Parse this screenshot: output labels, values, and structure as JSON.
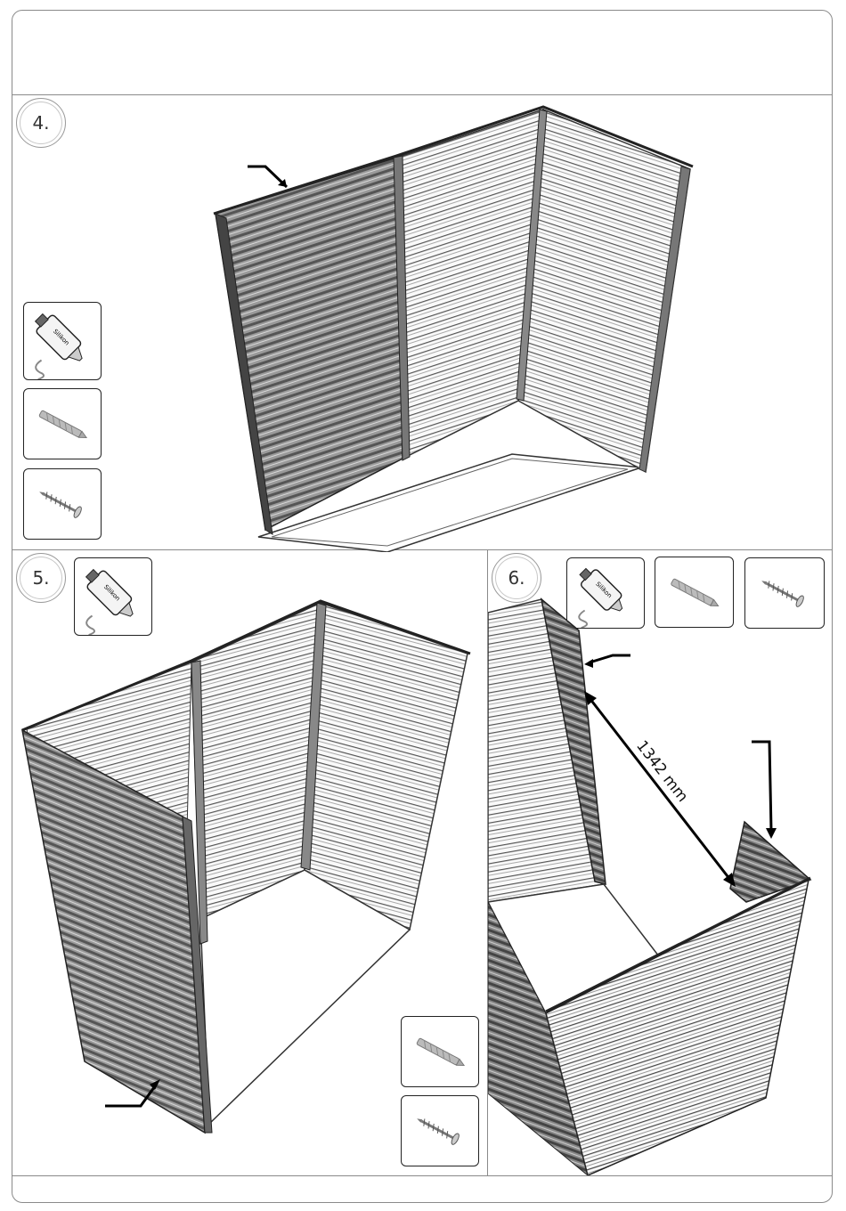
{
  "steps": [
    {
      "number": "4.",
      "tools": [
        "silicone-tube-icon",
        "drill-bit-icon",
        "screw-icon"
      ]
    },
    {
      "number": "5.",
      "tools": [
        "silicone-tube-icon",
        "drill-bit-icon",
        "screw-icon"
      ]
    },
    {
      "number": "6.",
      "tools": [
        "silicone-tube-icon",
        "drill-bit-icon",
        "screw-icon"
      ],
      "measurement": "1342 mm"
    }
  ],
  "tool_labels": {
    "silicone": "Silikon"
  }
}
